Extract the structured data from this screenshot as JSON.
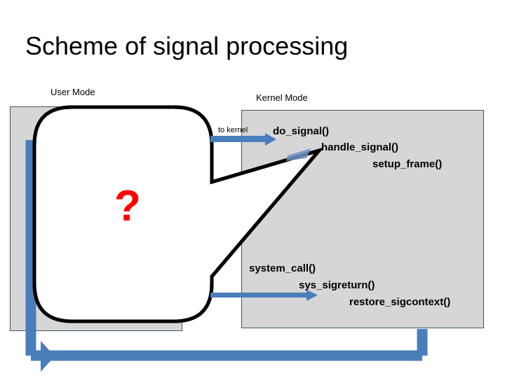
{
  "slide": {
    "title": "Scheme of signal processing",
    "background_color": "#ffffff"
  },
  "colors": {
    "box_fill": "#d6d6d6",
    "box_border": "#41565f",
    "arrow_blue": "#4a7ebb",
    "arrow_blue_dark": "#3d6ca5",
    "outline_black": "#000000",
    "question_red": "#ff0000",
    "text_black": "#000000"
  },
  "regions": {
    "user_mode": {
      "label": "User Mode"
    },
    "kernel_mode": {
      "label": "Kernel Mode"
    }
  },
  "callout": {
    "name": "unknown-user-action",
    "symbol": "?"
  },
  "arrows": {
    "to_kernel": {
      "label": "to kernel"
    },
    "return_to_user": {
      "label": ""
    },
    "sigreturn_entry": {
      "label": ""
    }
  },
  "kernel_calls_top": [
    {
      "name": "do_signal()",
      "indent": 0
    },
    {
      "name": "handle_signal()",
      "indent": 1
    },
    {
      "name": "setup_frame()",
      "indent": 2
    }
  ],
  "kernel_calls_bottom": [
    {
      "name": "system_call()",
      "indent": 0
    },
    {
      "name": "sys_sigreturn()",
      "indent": 1
    },
    {
      "name": "restore_sigcontext()",
      "indent": 2
    }
  ]
}
